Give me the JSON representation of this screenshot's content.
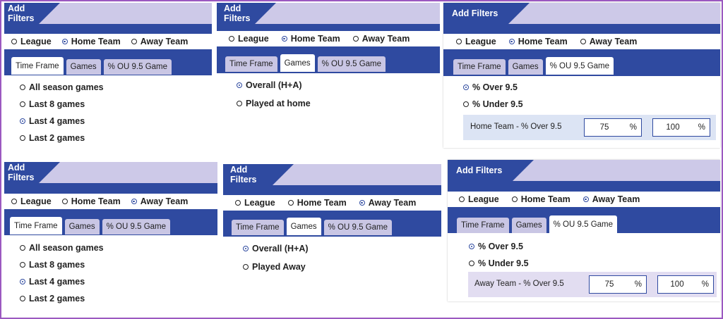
{
  "panels": [
    {
      "header": "Add Filters",
      "radios": [
        {
          "label": "League",
          "selected": false
        },
        {
          "label": "Home Team",
          "selected": true
        },
        {
          "label": "Away Team",
          "selected": false
        }
      ],
      "tabs": [
        {
          "label": "Time Frame",
          "active": true
        },
        {
          "label": "Games",
          "active": false
        },
        {
          "label": "% OU 9.5 Game",
          "active": false
        }
      ],
      "options": [
        {
          "label": "All season games",
          "selected": false
        },
        {
          "label": "Last 8 games",
          "selected": false
        },
        {
          "label": "Last 4 games",
          "selected": true
        },
        {
          "label": "Last 2 games",
          "selected": false
        }
      ]
    },
    {
      "header": "Add Filters",
      "radios": [
        {
          "label": "League",
          "selected": false
        },
        {
          "label": "Home Team",
          "selected": true
        },
        {
          "label": "Away Team",
          "selected": false
        }
      ],
      "tabs": [
        {
          "label": "Time Frame",
          "active": false
        },
        {
          "label": "Games",
          "active": true
        },
        {
          "label": "% OU 9.5 Game",
          "active": false
        }
      ],
      "options": [
        {
          "label": "Overall (H+A)",
          "selected": true
        },
        {
          "label": "Played at home",
          "selected": false
        }
      ]
    },
    {
      "header": "Add Filters",
      "radios": [
        {
          "label": "League",
          "selected": false
        },
        {
          "label": "Home Team",
          "selected": true
        },
        {
          "label": "Away Team",
          "selected": false
        }
      ],
      "tabs": [
        {
          "label": "Time Frame",
          "active": false
        },
        {
          "label": "Games",
          "active": false
        },
        {
          "label": "% OU 9.5 Game",
          "active": true
        }
      ],
      "options": [
        {
          "label": "% Over 9.5",
          "selected": true
        },
        {
          "label": "% Under 9.5",
          "selected": false
        }
      ],
      "range": {
        "label": "Home Team - % Over 9.5",
        "min": "75",
        "max": "100",
        "unit": "%"
      }
    },
    {
      "header": "Add Filters",
      "radios": [
        {
          "label": "League",
          "selected": false
        },
        {
          "label": "Home Team",
          "selected": false
        },
        {
          "label": "Away Team",
          "selected": true
        }
      ],
      "tabs": [
        {
          "label": "Time Frame",
          "active": true
        },
        {
          "label": "Games",
          "active": false
        },
        {
          "label": "% OU 9.5 Game",
          "active": false
        }
      ],
      "options": [
        {
          "label": "All season games",
          "selected": false
        },
        {
          "label": "Last 8 games",
          "selected": false
        },
        {
          "label": "Last 4 games",
          "selected": true
        },
        {
          "label": "Last 2 games",
          "selected": false
        }
      ]
    },
    {
      "header": "Add Filters",
      "radios": [
        {
          "label": "League",
          "selected": false
        },
        {
          "label": "Home Team",
          "selected": false
        },
        {
          "label": "Away Team",
          "selected": true
        }
      ],
      "tabs": [
        {
          "label": "Time Frame",
          "active": false
        },
        {
          "label": "Games",
          "active": true
        },
        {
          "label": "% OU 9.5 Game",
          "active": false
        }
      ],
      "options": [
        {
          "label": "Overall (H+A)",
          "selected": true
        },
        {
          "label": "Played Away",
          "selected": false
        }
      ]
    },
    {
      "header": "Add Filters",
      "radios": [
        {
          "label": "League",
          "selected": false
        },
        {
          "label": "Home Team",
          "selected": false
        },
        {
          "label": "Away Team",
          "selected": true
        }
      ],
      "tabs": [
        {
          "label": "Time Frame",
          "active": false
        },
        {
          "label": "Games",
          "active": false
        },
        {
          "label": "% OU 9.5 Game",
          "active": true
        }
      ],
      "options": [
        {
          "label": "% Over 9.5",
          "selected": true
        },
        {
          "label": "% Under 9.5",
          "selected": false
        }
      ],
      "range": {
        "label": "Away Team - % Over 9.5",
        "min": "75",
        "max": "100",
        "unit": "%"
      }
    }
  ]
}
